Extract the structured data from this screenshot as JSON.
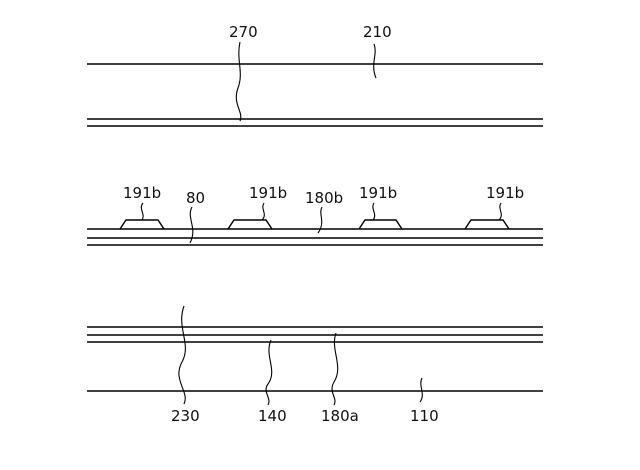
{
  "labels": {
    "l270": "270",
    "l210": "210",
    "l191b_1": "191b",
    "l80": "80",
    "l191b_2": "191b",
    "l180b": "180b",
    "l191b_3": "191b",
    "l191b_4": "191b",
    "l230": "230",
    "l140": "140",
    "l180a": "180a",
    "l110": "110"
  }
}
